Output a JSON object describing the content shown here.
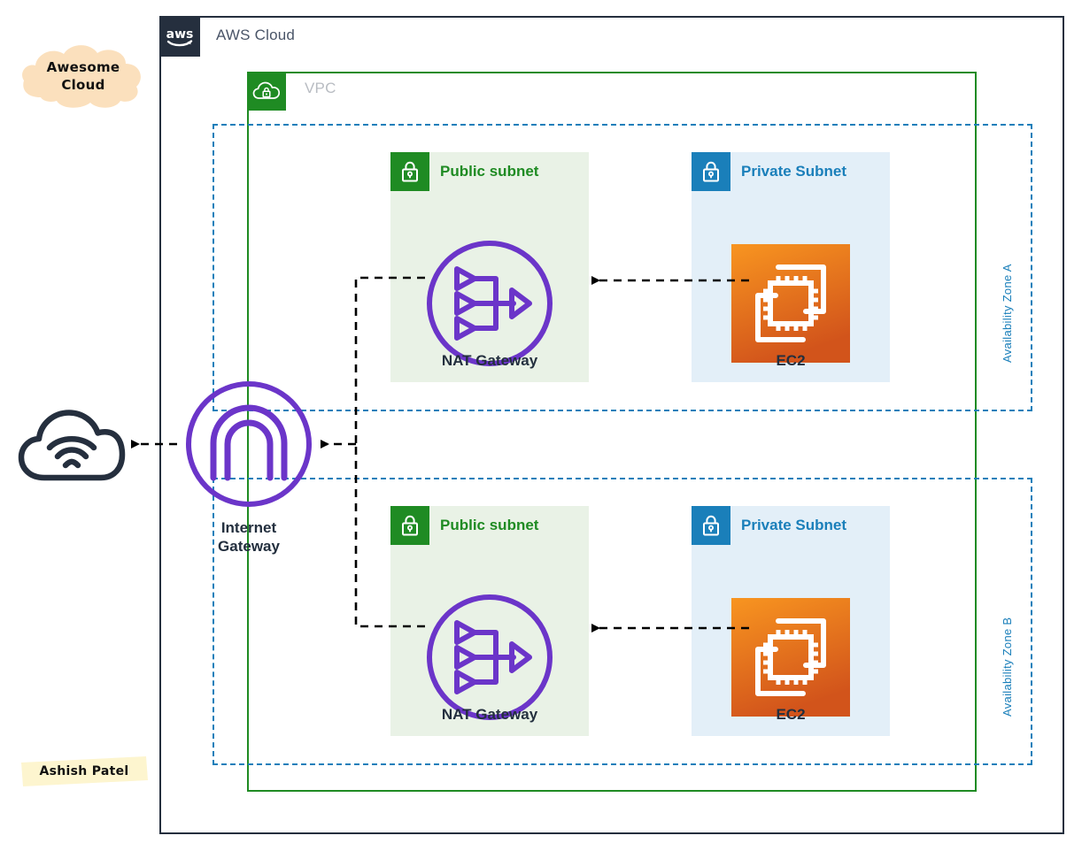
{
  "diagram": {
    "title": "AWS Cloud",
    "brand_badge": {
      "line1": "Awesome",
      "line2": "Cloud"
    },
    "author_badge": "Ashish Patel"
  },
  "colors": {
    "aws_navy": "#252f3e",
    "vpc_green": "#1f8b23",
    "az_blue": "#1a7fba",
    "public_subnet_fill": "#e9f2e6",
    "private_subnet_fill": "#e3eff8",
    "nat_purple": "#6b35c9",
    "ec2_orange_top": "#f68c20",
    "ec2_orange_bottom": "#d9541a",
    "badge_peach": "#fbe0bd",
    "badge_yellow": "#fdf5cf"
  },
  "aws_cloud": {
    "label": "AWS Cloud",
    "logo_icon": "aws-logo-icon"
  },
  "vpc": {
    "label": "VPC",
    "icon": "vpc-cloud-lock-icon"
  },
  "availability_zones": [
    {
      "label": "Availability Zone A"
    },
    {
      "label": "Availability Zone B"
    }
  ],
  "subnets": [
    {
      "id": "public-a",
      "title": "Public subnet",
      "type": "public",
      "icon": "padlock-icon",
      "zone": "Availability Zone A",
      "resource": {
        "name": "NAT Gateway",
        "icon": "nat-gateway-icon"
      }
    },
    {
      "id": "private-a",
      "title": "Private Subnet",
      "type": "private",
      "icon": "padlock-icon",
      "zone": "Availability Zone A",
      "resource": {
        "name": "EC2",
        "icon": "ec2-instance-icon"
      }
    },
    {
      "id": "public-b",
      "title": "Public subnet",
      "type": "public",
      "icon": "padlock-icon",
      "zone": "Availability Zone B",
      "resource": {
        "name": "NAT Gateway",
        "icon": "nat-gateway-icon"
      }
    },
    {
      "id": "private-b",
      "title": "Private Subnet",
      "type": "private",
      "icon": "padlock-icon",
      "zone": "Availability Zone B",
      "resource": {
        "name": "EC2",
        "icon": "ec2-instance-icon"
      }
    }
  ],
  "gateway": {
    "label_line1": "Internet",
    "label_line2": "Gateway",
    "icon": "internet-gateway-icon"
  },
  "internet": {
    "icon": "internet-cloud-wifi-icon"
  },
  "connections": [
    {
      "from": "EC2 (AZ A)",
      "to": "NAT Gateway (AZ A)",
      "style": "dashed",
      "direction": "left"
    },
    {
      "from": "EC2 (AZ B)",
      "to": "NAT Gateway (AZ B)",
      "style": "dashed",
      "direction": "left"
    },
    {
      "from": "NAT Gateways",
      "to": "Internet Gateway",
      "style": "dashed",
      "direction": "left"
    },
    {
      "from": "Internet Gateway",
      "to": "Internet",
      "style": "dashed",
      "direction": "left"
    }
  ]
}
